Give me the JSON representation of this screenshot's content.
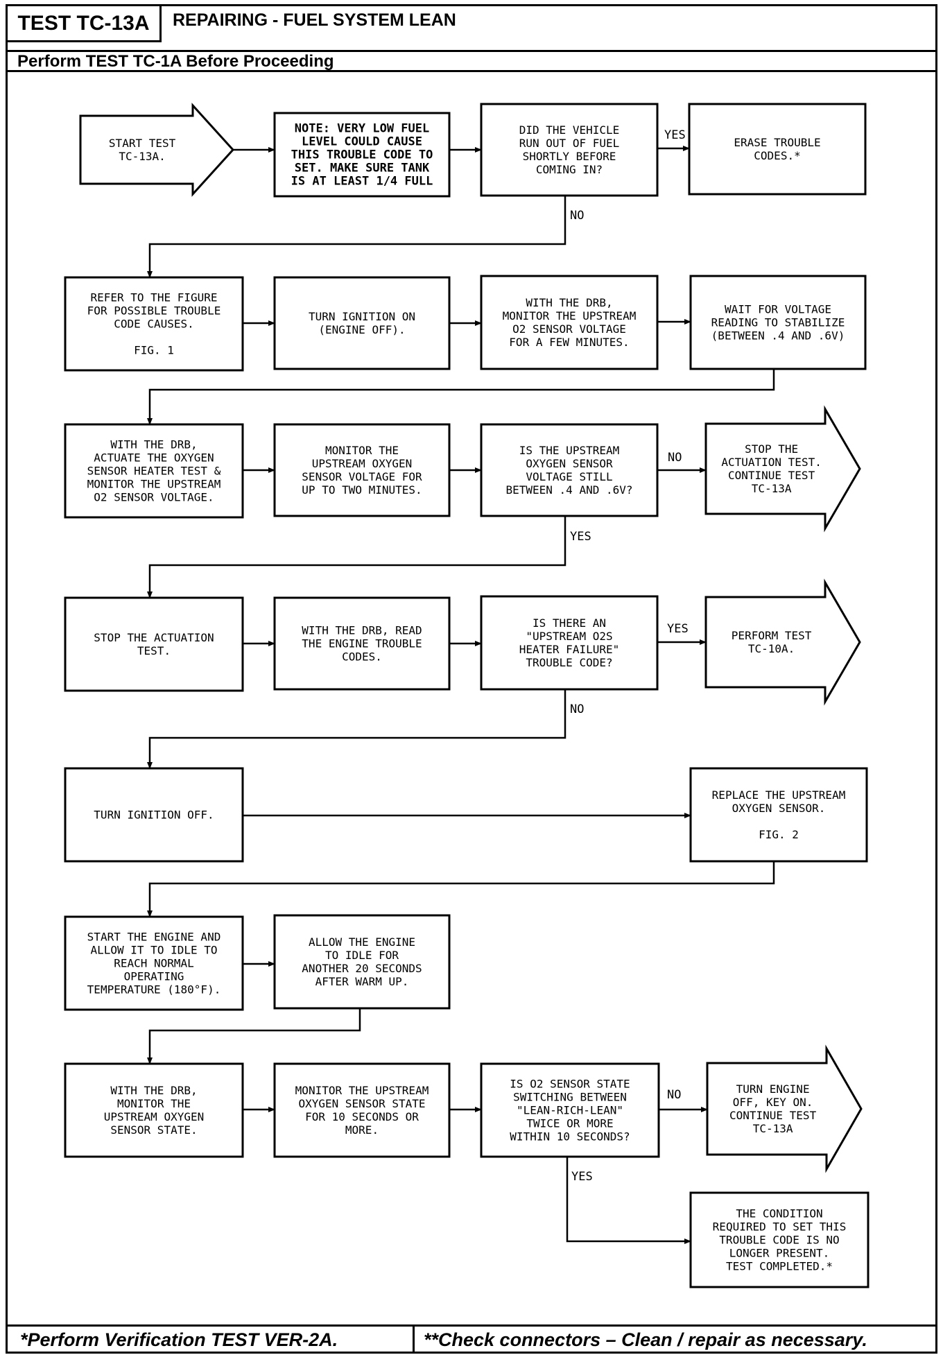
{
  "header": {
    "test_id": "TEST TC-13A",
    "title": "REPAIRING - FUEL SYSTEM LEAN",
    "subtitle": "Perform TEST TC-1A Before Proceeding"
  },
  "nodes": {
    "start": [
      "START TEST",
      "TC-13A."
    ],
    "note": [
      "NOTE: VERY LOW FUEL",
      "LEVEL COULD CAUSE",
      "THIS TROUBLE CODE TO",
      "SET. MAKE SURE TANK",
      "IS AT LEAST 1/4 FULL"
    ],
    "q_fuel": [
      "DID THE VEHICLE",
      "RUN OUT OF FUEL",
      "SHORTLY BEFORE",
      "COMING IN?"
    ],
    "erase": [
      "ERASE TROUBLE",
      "CODES.*"
    ],
    "refer": [
      "REFER TO THE FIGURE",
      "FOR POSSIBLE TROUBLE",
      "CODE CAUSES.",
      "",
      "FIG. 1"
    ],
    "ign_on": [
      "TURN IGNITION ON",
      "(ENGINE OFF)."
    ],
    "drb_monitor": [
      "WITH THE DRB,",
      "MONITOR THE UPSTREAM",
      "O2 SENSOR VOLTAGE",
      "FOR A FEW MINUTES."
    ],
    "wait": [
      "WAIT FOR VOLTAGE",
      "READING TO STABILIZE",
      "(BETWEEN .4 AND .6V)"
    ],
    "actuate": [
      "WITH THE DRB,",
      "ACTUATE THE OXYGEN",
      "SENSOR HEATER TEST &",
      "MONITOR THE UPSTREAM",
      "O2 SENSOR VOLTAGE."
    ],
    "monitor_two": [
      "MONITOR THE",
      "UPSTREAM OXYGEN",
      "SENSOR VOLTAGE FOR",
      "UP TO TWO MINUTES."
    ],
    "q_voltage": [
      "IS THE UPSTREAM",
      "OXYGEN SENSOR",
      "VOLTAGE STILL",
      "BETWEEN .4 AND .6V?"
    ],
    "stop_cont": [
      "STOP THE",
      "ACTUATION TEST.",
      "CONTINUE TEST",
      "TC-13A"
    ],
    "stop_act": [
      "STOP THE ACTUATION",
      "TEST."
    ],
    "read_codes": [
      "WITH THE DRB, READ",
      "THE ENGINE TROUBLE",
      "CODES."
    ],
    "q_heater": [
      "IS THERE AN",
      "\"UPSTREAM O2S",
      "HEATER FAILURE\"",
      "TROUBLE CODE?"
    ],
    "perform_10a": [
      "PERFORM TEST",
      "TC-10A."
    ],
    "ign_off": [
      "TURN IGNITION OFF."
    ],
    "replace": [
      "REPLACE THE UPSTREAM",
      "OXYGEN SENSOR.",
      "",
      "FIG. 2"
    ],
    "start_engine": [
      "START THE ENGINE AND",
      "ALLOW IT TO IDLE TO",
      "REACH NORMAL",
      "OPERATING",
      "TEMPERATURE (180°F)."
    ],
    "allow_idle": [
      "ALLOW THE ENGINE",
      "TO IDLE FOR",
      "ANOTHER 20 SECONDS",
      "AFTER WARM UP."
    ],
    "drb_state": [
      "WITH THE DRB,",
      "MONITOR THE",
      "UPSTREAM OXYGEN",
      "SENSOR STATE."
    ],
    "monitor_state": [
      "MONITOR THE UPSTREAM",
      "OXYGEN SENSOR STATE",
      "FOR 10 SECONDS OR",
      "MORE."
    ],
    "q_switch": [
      "IS O2 SENSOR STATE",
      "SWITCHING BETWEEN",
      "\"LEAN-RICH-LEAN\"",
      "TWICE OR MORE",
      "WITHIN 10 SECONDS?"
    ],
    "turn_off_key": [
      "TURN ENGINE",
      "OFF, KEY ON.",
      "CONTINUE TEST",
      "TC-13A"
    ],
    "condition": [
      "THE CONDITION",
      "REQUIRED TO SET THIS",
      "TROUBLE CODE IS NO",
      "LONGER PRESENT.",
      "TEST COMPLETED.*"
    ]
  },
  "edge_labels": {
    "yes": "YES",
    "no": "NO"
  },
  "footer": {
    "left": "*Perform Verification TEST VER-2A.",
    "right": "**Check connectors – Clean / repair as necessary."
  }
}
